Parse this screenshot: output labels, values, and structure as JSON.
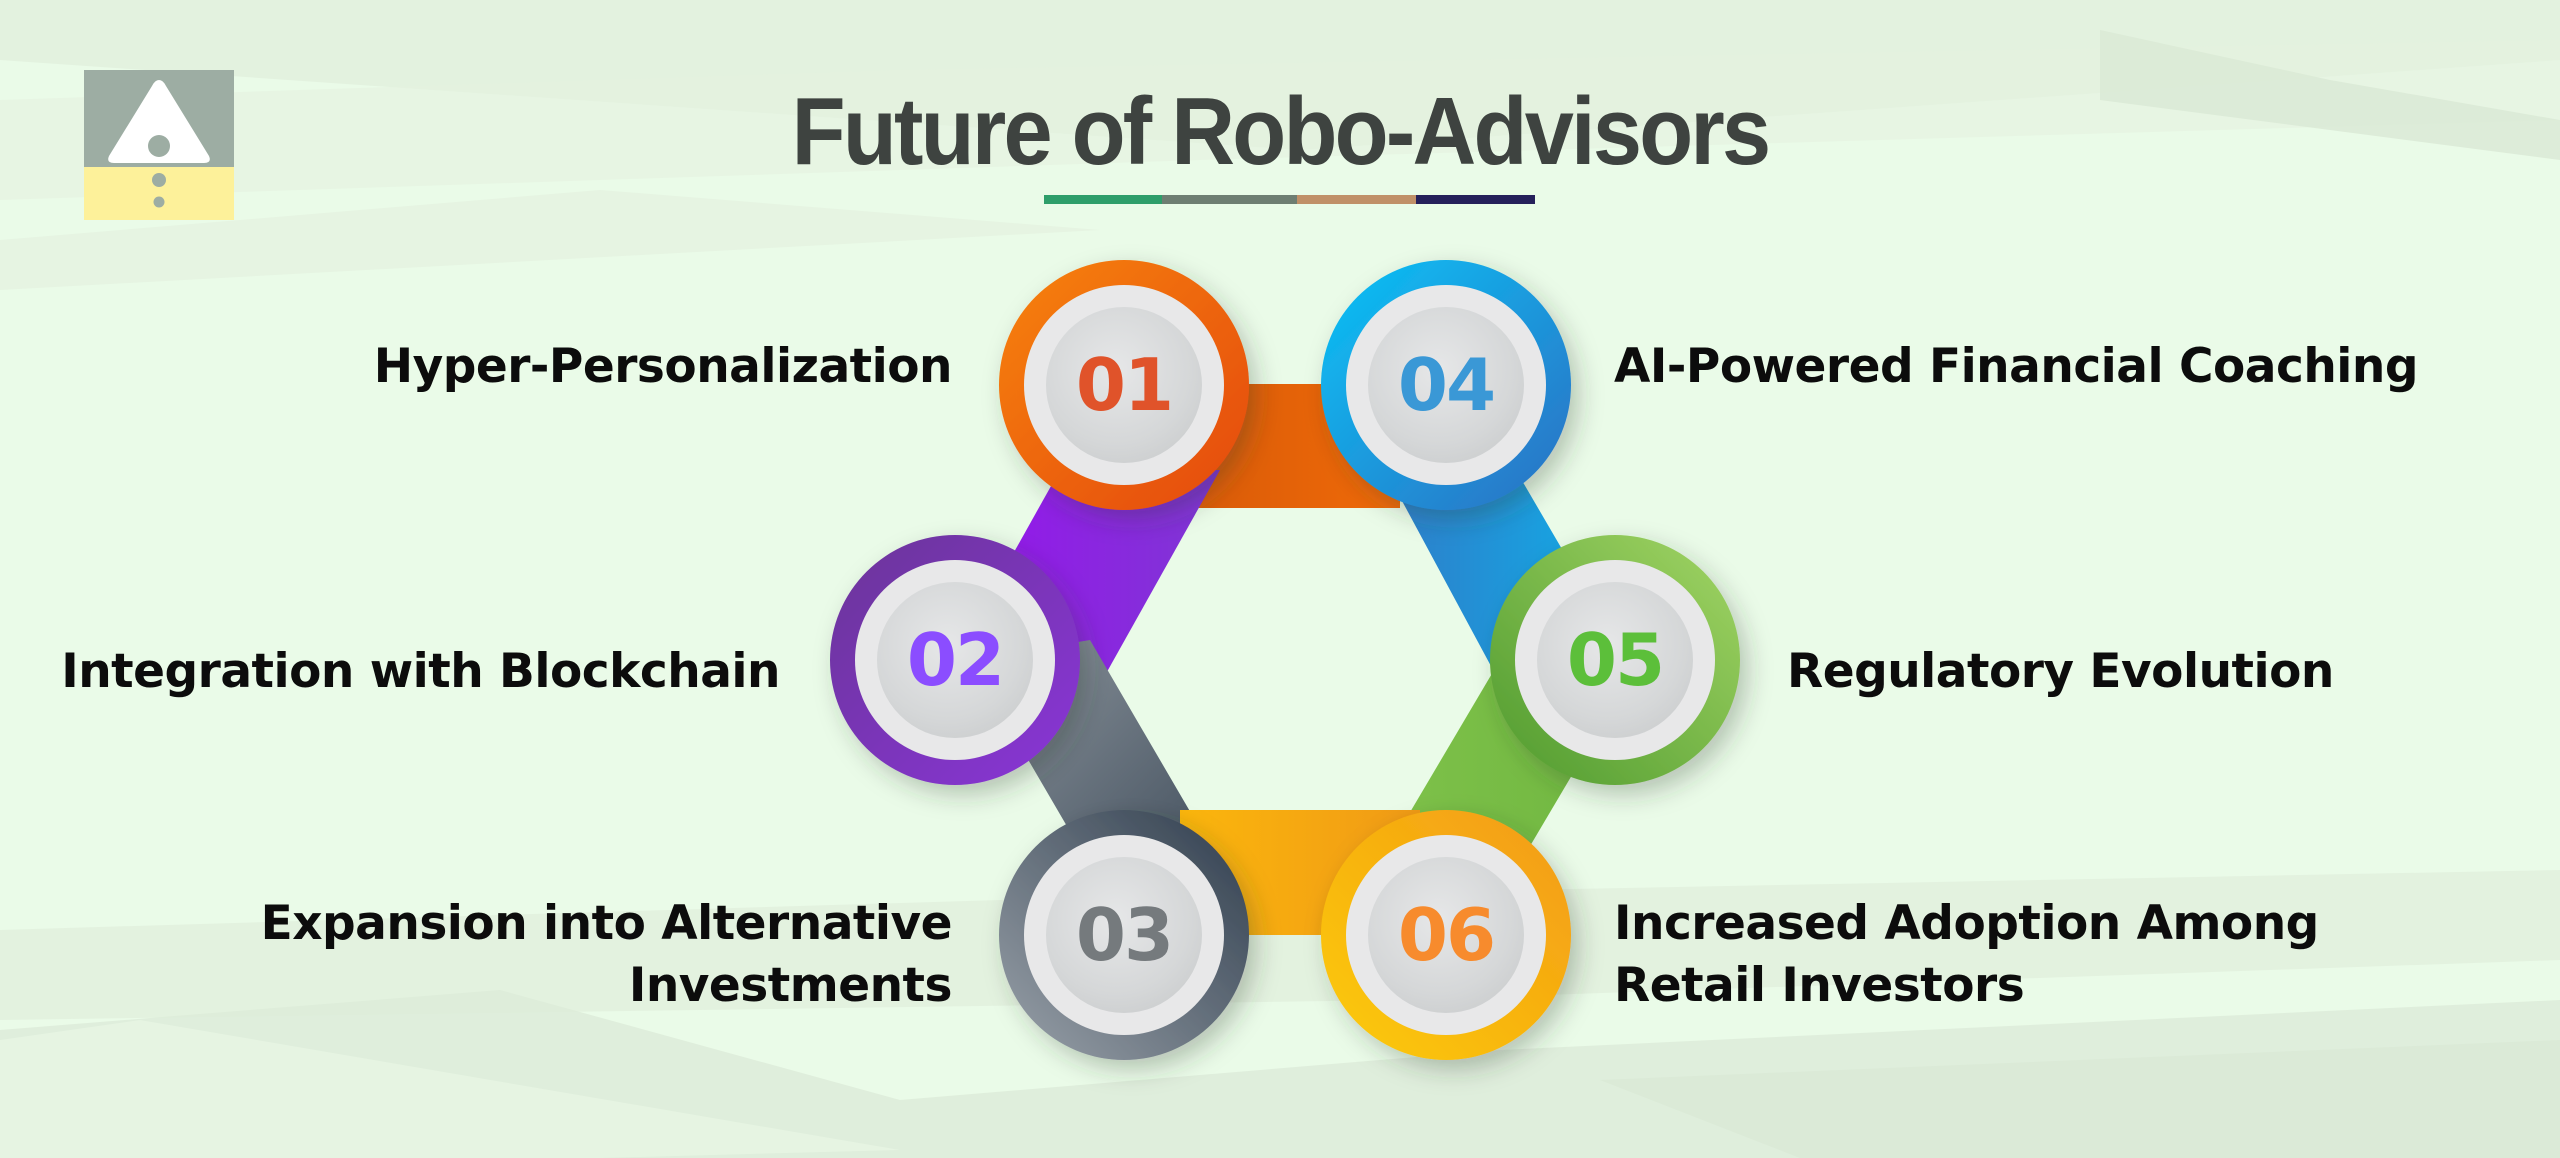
{
  "header": {
    "title": "Future of Robo-Advisors",
    "underline_colors": [
      "#2e9e6a",
      "#6e7e72",
      "#c09068",
      "#25205a"
    ]
  },
  "logo": {
    "icon": "warning-triangle-icon",
    "top_color": "#9dada3",
    "bottom_color": "#fdf19a"
  },
  "items": [
    {
      "number": "01",
      "label_lines": [
        "Hyper-Personalization"
      ],
      "ring_color": "#f26a0f",
      "number_color": "#e0532a",
      "side": "left"
    },
    {
      "number": "02",
      "label_lines": [
        "Integration with Blockchain"
      ],
      "ring_color": "#7a35c0",
      "number_color": "#8b4dff",
      "side": "left"
    },
    {
      "number": "03",
      "label_lines": [
        "Expansion into Alternative",
        "Investments"
      ],
      "ring_color": "#56626e",
      "number_color": "#757a7d",
      "side": "left"
    },
    {
      "number": "04",
      "label_lines": [
        "AI-Powered Financial Coaching"
      ],
      "ring_color": "#1aa3e8",
      "number_color": "#3a98d6",
      "side": "right"
    },
    {
      "number": "05",
      "label_lines": [
        "Regulatory Evolution"
      ],
      "ring_color": "#6fbb48",
      "number_color": "#5cbf3a",
      "side": "right"
    },
    {
      "number": "06",
      "label_lines": [
        "Increased Adoption Among",
        "Retail Investors"
      ],
      "ring_color": "#f5ae12",
      "number_color": "#f78b2d",
      "side": "right"
    }
  ]
}
